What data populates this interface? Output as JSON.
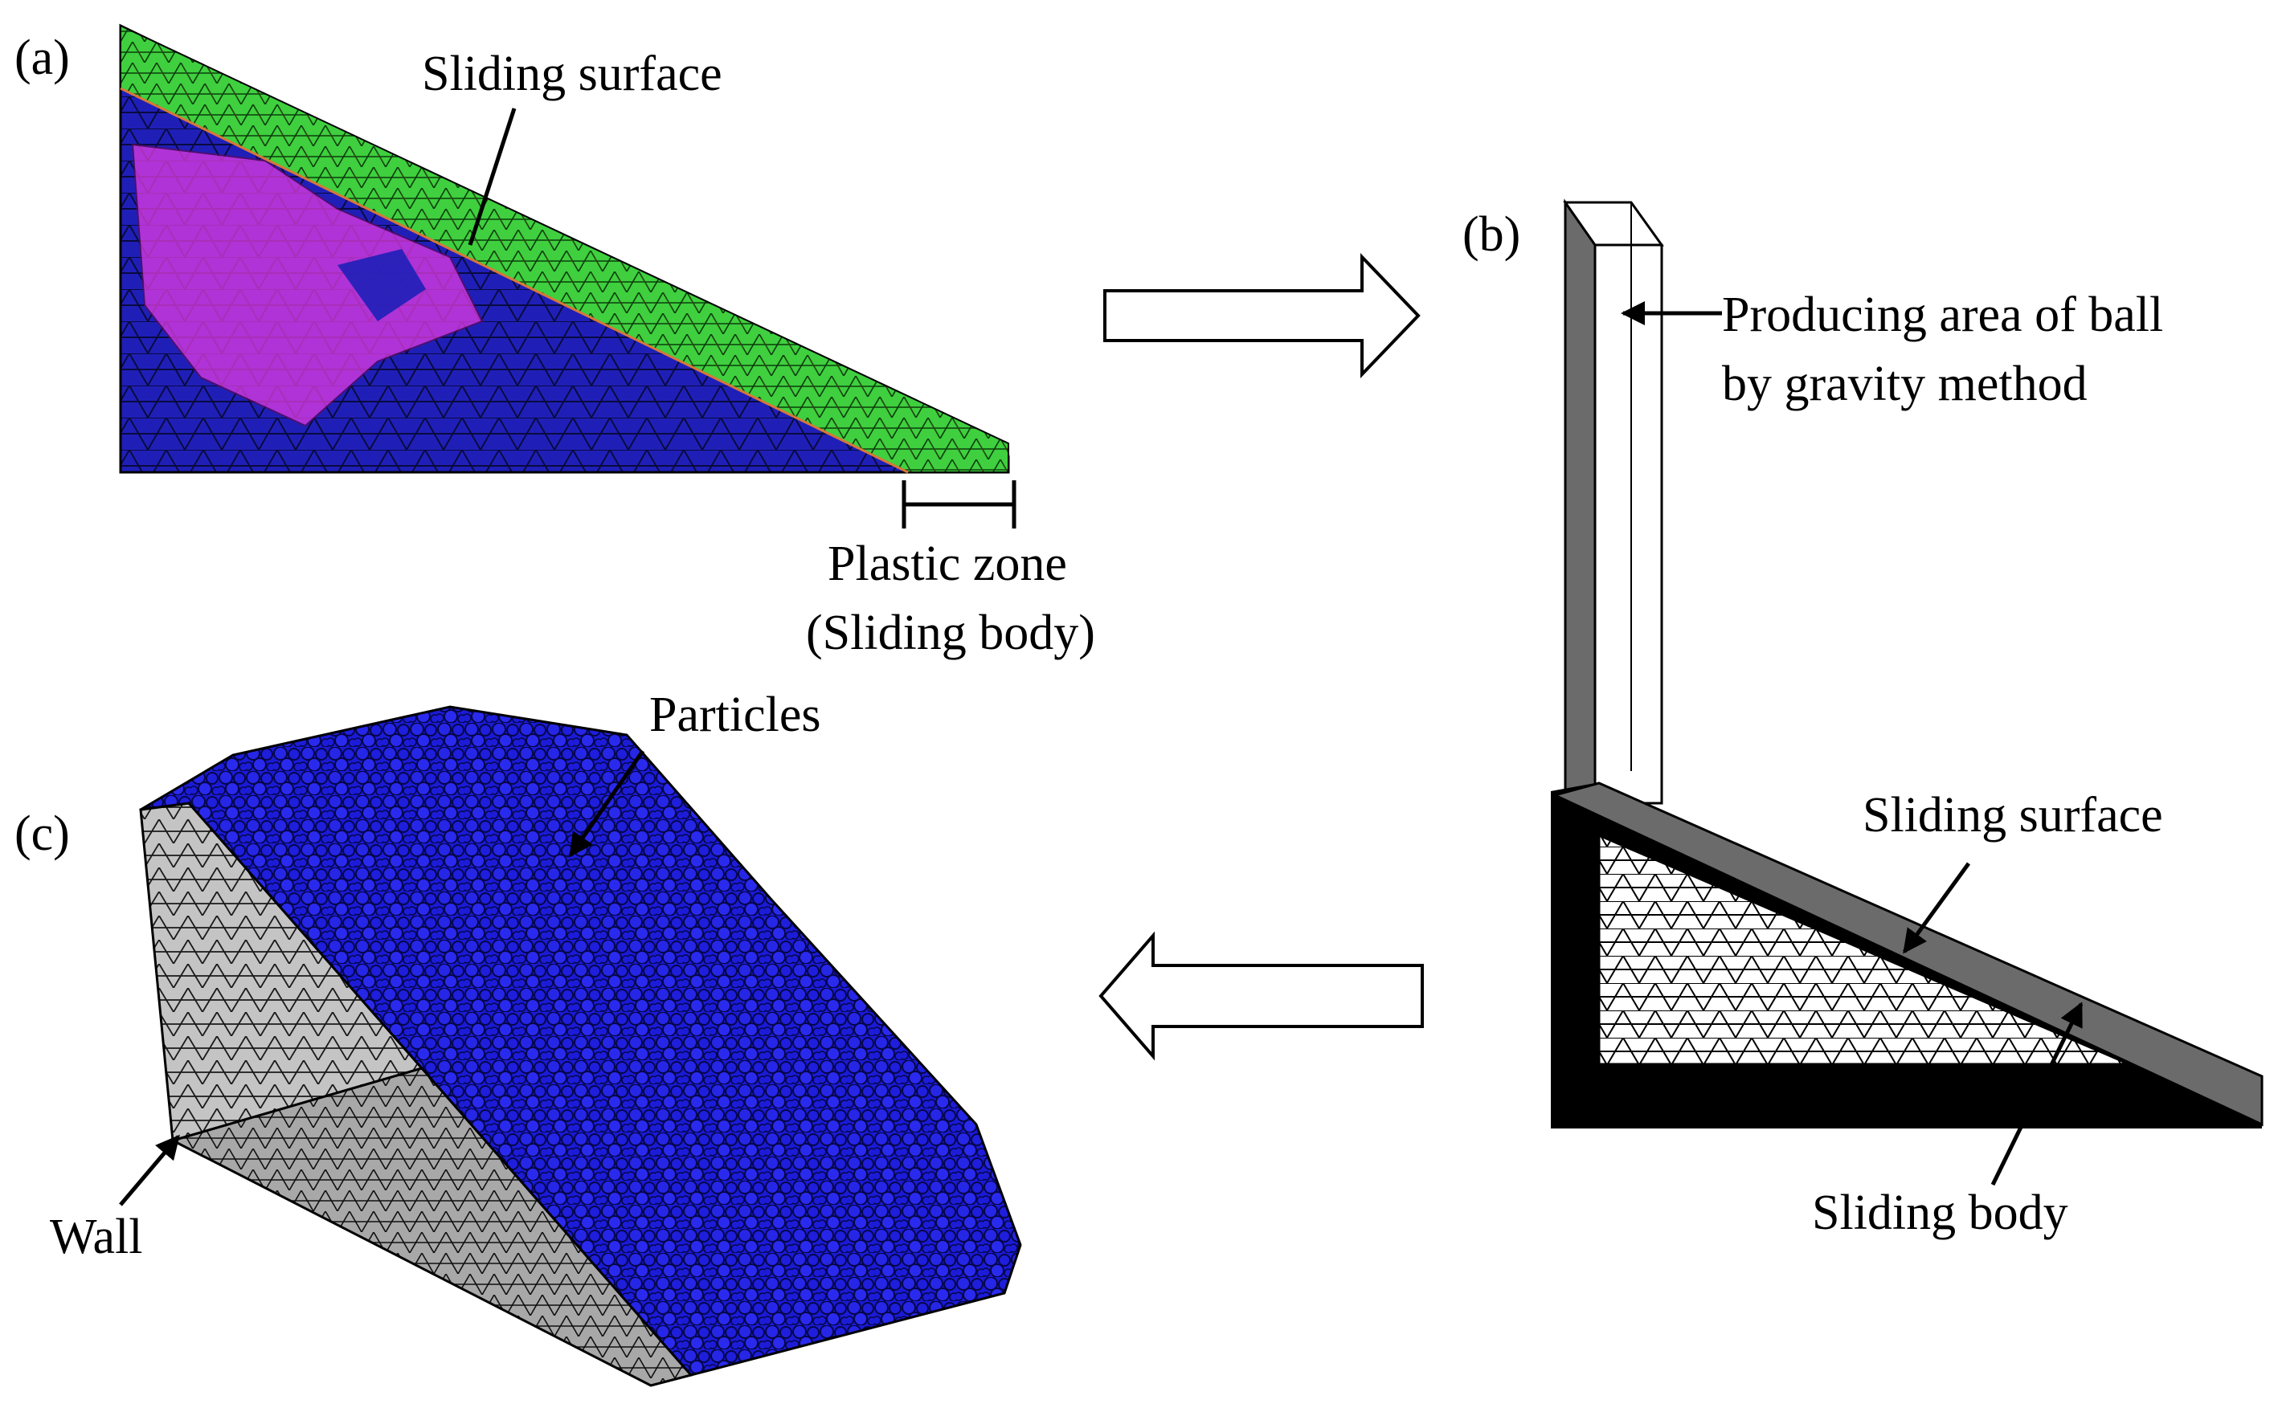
{
  "panels": {
    "a": {
      "tag": "(a)",
      "sliding_surface_label": "Sliding surface",
      "plastic_zone_line1": "Plastic zone",
      "plastic_zone_line2": "(Sliding body)"
    },
    "b": {
      "tag": "(b)",
      "producing_line1": "Producing area of ball",
      "producing_line2": "by gravity method",
      "sliding_surface_label": "Sliding surface",
      "sliding_body_label": "Sliding body"
    },
    "c": {
      "tag": "(c)",
      "particles_label": "Particles",
      "wall_label": "Wall"
    }
  },
  "colors": {
    "mesh_blue": "#1f1fb8",
    "plastic_green": "#3fcf3f",
    "plastic_orange": "#d8763a",
    "plastic_magenta": "#e03ae0",
    "particle_blue": "#1a1ad6",
    "wall_grey": "#bdbdbd",
    "slope_grey": "#6b6b6b"
  }
}
